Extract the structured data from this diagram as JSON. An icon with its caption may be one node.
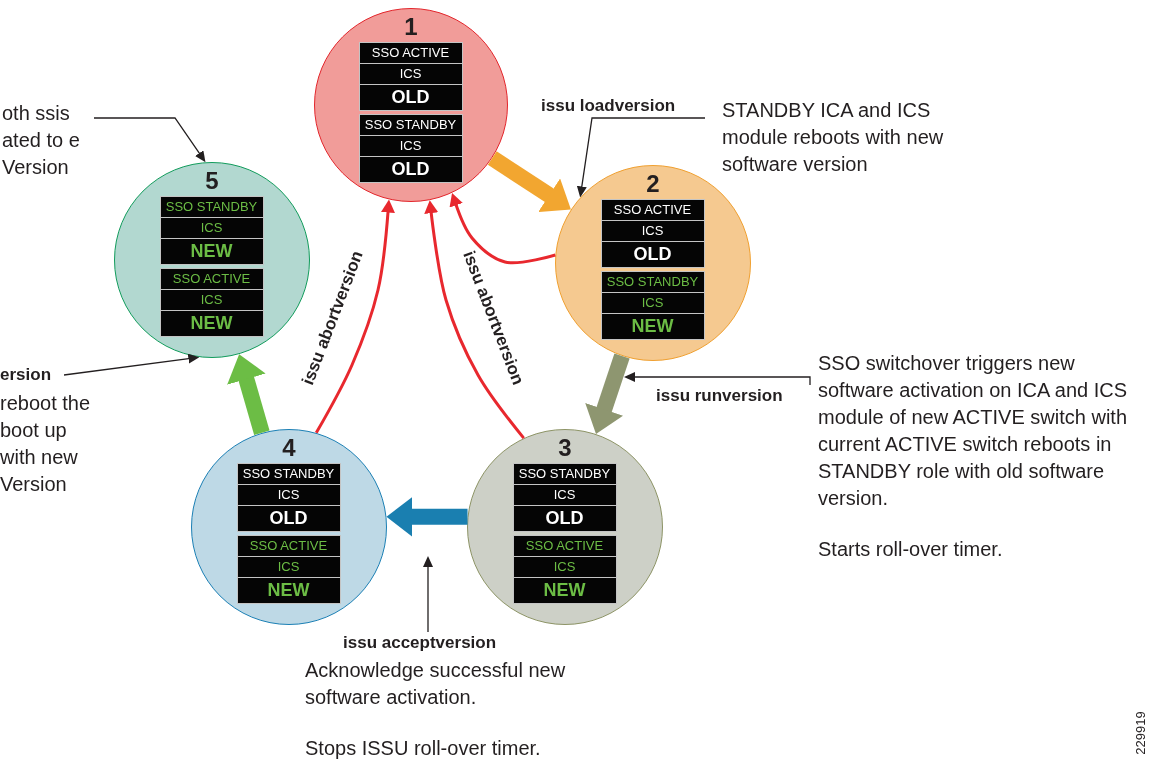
{
  "diagram": {
    "nodes": [
      {
        "text": [
          "1",
          "SSO ACTIVE",
          "ICS",
          "OLD",
          "SSO STANDBY",
          "ICS",
          "OLD"
        ]
      },
      {
        "text": [
          "2",
          "SSO ACTIVE",
          "ICS",
          "OLD",
          "SSO STANDBY",
          "ICS",
          "NEW"
        ]
      },
      {
        "text": [
          "3",
          "SSO STANDBY",
          "ICS",
          "OLD",
          "SSO ACTIVE",
          "ICS",
          "NEW"
        ]
      },
      {
        "text": [
          "4",
          "SSO STANDBY",
          "ICS",
          "OLD",
          "SSO ACTIVE",
          "ICS",
          "NEW"
        ]
      },
      {
        "text": [
          "5",
          "SSO STANDBY",
          "ICS",
          "NEW",
          "SSO ACTIVE",
          "ICS",
          "NEW"
        ]
      },
      {
        "text": [
          "oth ssis ated to e Version"
        ]
      },
      {
        "text": [
          "issu loadversion"
        ]
      },
      {
        "text": [
          "ersion"
        ],
        "beside": [
          "reboot the boot up with new Version"
        ]
      },
      {
        "text": [
          "issu runversion"
        ],
        "beside": [
          "SSO switchover triggers new software activation on ICA and ICS module of new ACTIVE switch with current ACTIVE switch reboots in STANDBY role with old software version.",
          "Starts roll-over timer."
        ]
      },
      {
        "text": [
          "issu acceptversion"
        ],
        "beside": [
          "Acknowledge successful new software activation.",
          "Stops ISSU roll-over timer."
        ]
      }
    ],
    "edges": [
      {
        "from": 0,
        "to": 1,
        "arrow": "to",
        "style": "thick",
        "color": "#f2a630"
      },
      {
        "from": 1,
        "to": 2,
        "arrow": "to",
        "style": "thick",
        "color": "#8e9670"
      },
      {
        "from": 2,
        "to": 3,
        "arrow": "to",
        "style": "thick",
        "color": "#1a7fb0"
      },
      {
        "from": 3,
        "to": 4,
        "arrow": "to",
        "style": "thick",
        "color": "#6cbd45"
      },
      {
        "from": 1,
        "to": 0,
        "arrow": "to",
        "color": "#e8282e"
      },
      {
        "from": 3,
        "to": 0,
        "arrow": "to",
        "label": "issu abortversion",
        "color": "#e8282e"
      },
      {
        "from": 2,
        "to": 0,
        "arrow": "to",
        "label": "issu abortversion",
        "color": "#e8282e"
      },
      {
        "from": 5,
        "to": 4,
        "arrow": "to"
      },
      {
        "from": 6,
        "to": 1,
        "arrow": "to"
      },
      {
        "from": 7,
        "to": 4,
        "arrow": "to"
      },
      {
        "from": 8,
        "to": null,
        "arrow": "to"
      },
      {
        "from": 9,
        "to": null,
        "arrow": "to"
      }
    ],
    "labels": [
      "STANDBY ICA and ICS module reboots with new software version",
      "229919"
    ]
  }
}
